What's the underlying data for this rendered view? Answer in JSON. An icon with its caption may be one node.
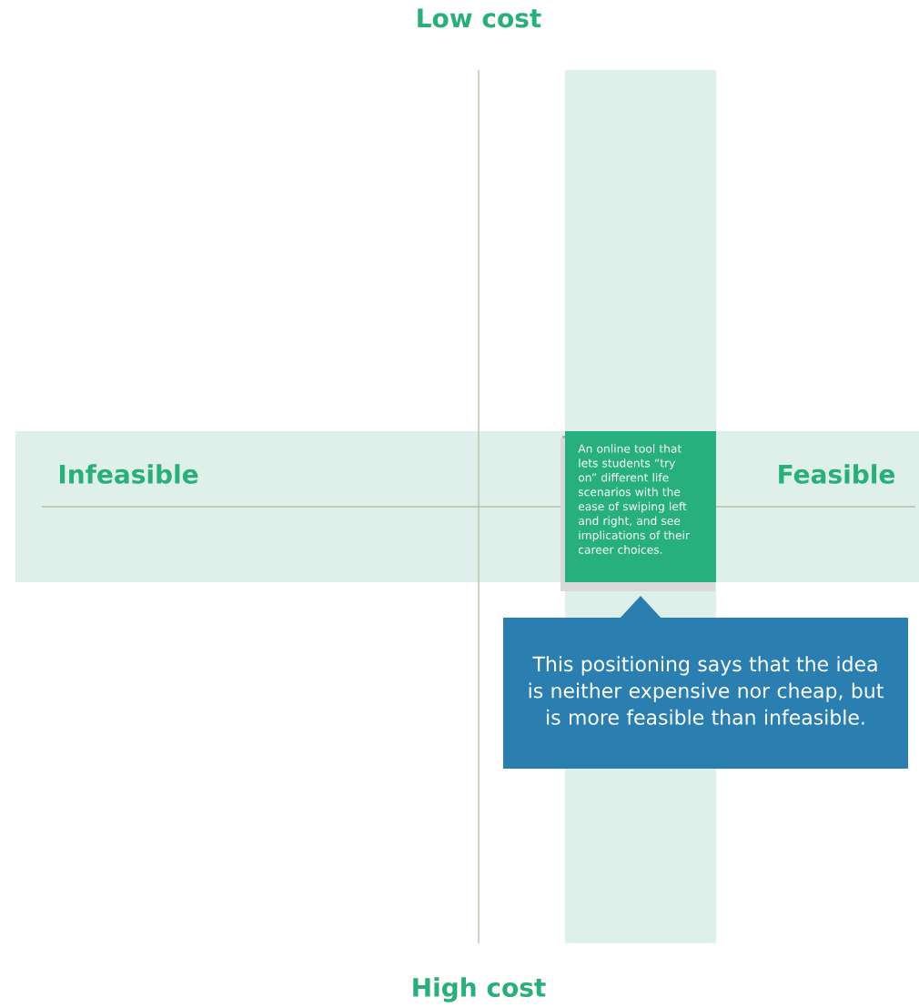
{
  "diagram": {
    "nodes": [
      {
        "text": [
          "An online tool that lets students “try on” different life scenarios with the ease of swiping left and right, and see implications of their career choices."
        ]
      },
      {
        "text": [
          "This positioning says that the idea is neither expensive nor cheap, but is more feasible than infeasible."
        ]
      }
    ],
    "labels": [
      "Low cost",
      "Infeasible",
      "Feasible",
      "High cost"
    ]
  }
}
